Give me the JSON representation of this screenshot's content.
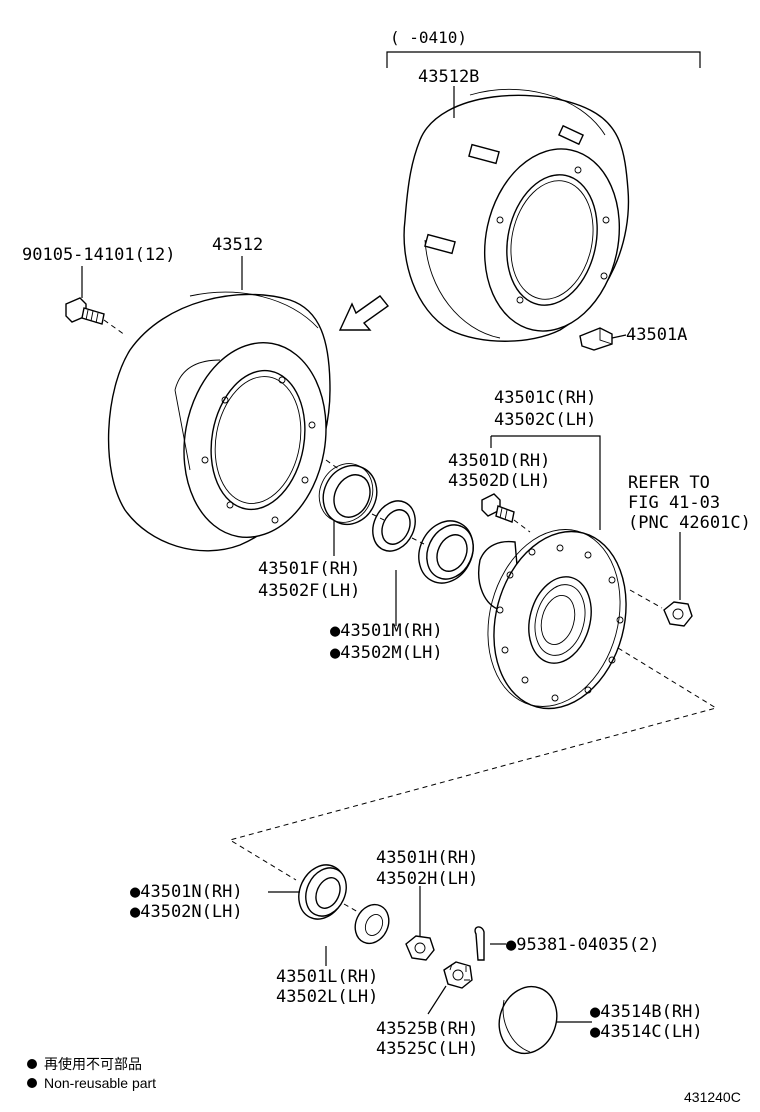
{
  "labels": {
    "range_note": "(    -0410)",
    "drum": "43512B",
    "bolt": "90105-14101(12)",
    "disc": "43512",
    "clip": "43501A",
    "hub_rh": "43501C(RH)",
    "hub_lh": "43502C(LH)",
    "stud_rh": "43501D(RH)",
    "stud_lh": "43502D(LH)",
    "refer_1": "REFER TO",
    "refer_2": "FIG 41-03",
    "refer_3": "(PNC 42601C)",
    "seal_rh": "43501F(RH)",
    "seal_lh": "43502F(LH)",
    "inner_bearing_rh": "●43501M(RH)",
    "inner_bearing_lh": "●43502M(LH)",
    "outer_bearing_rh": "●43501N(RH)",
    "outer_bearing_lh": "●43502N(LH)",
    "washer_rh": "43501L(RH)",
    "washer_lh": "43502L(LH)",
    "nut_rh": "43501H(RH)",
    "nut_lh": "43502H(LH)",
    "cotter_pin": "●95381-04035(2)",
    "lock_cap_rh": "43525B(RH)",
    "lock_cap_lh": "43525C(LH)",
    "grease_cap_rh": "●43514B(RH)",
    "grease_cap_lh": "●43514C(LH)"
  },
  "legend": {
    "japanese": "再使用不可部品",
    "english": "Non-reusable part"
  },
  "figure_id": "431240C"
}
